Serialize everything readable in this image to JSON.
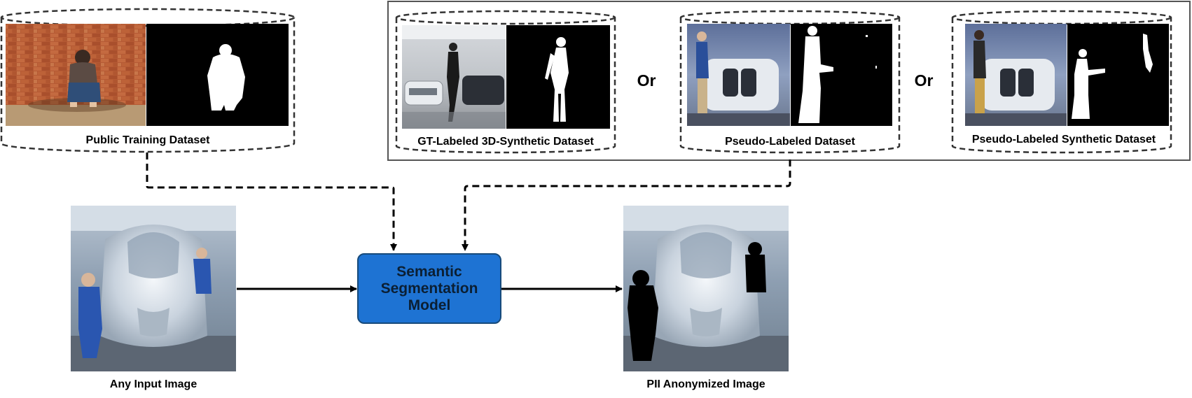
{
  "datasets": {
    "public": "Public Training Dataset",
    "gt_synthetic": "GT-Labeled 3D-Synthetic Dataset",
    "pseudo": "Pseudo-Labeled Dataset",
    "pseudo_synthetic": "Pseudo-Labeled Synthetic Dataset"
  },
  "connectors": {
    "or_1": "Or",
    "or_2": "Or"
  },
  "model": {
    "line1": "Semantic",
    "line2": "Segmentation",
    "line3": "Model"
  },
  "input_caption": "Any Input Image",
  "output_caption": "PII Anonymized Image",
  "colors": {
    "model_fill": "#1e73d3",
    "model_border": "#174a7a",
    "mask_background": "#000000",
    "mask_foreground": "#ffffff",
    "group_border": "#555555"
  }
}
